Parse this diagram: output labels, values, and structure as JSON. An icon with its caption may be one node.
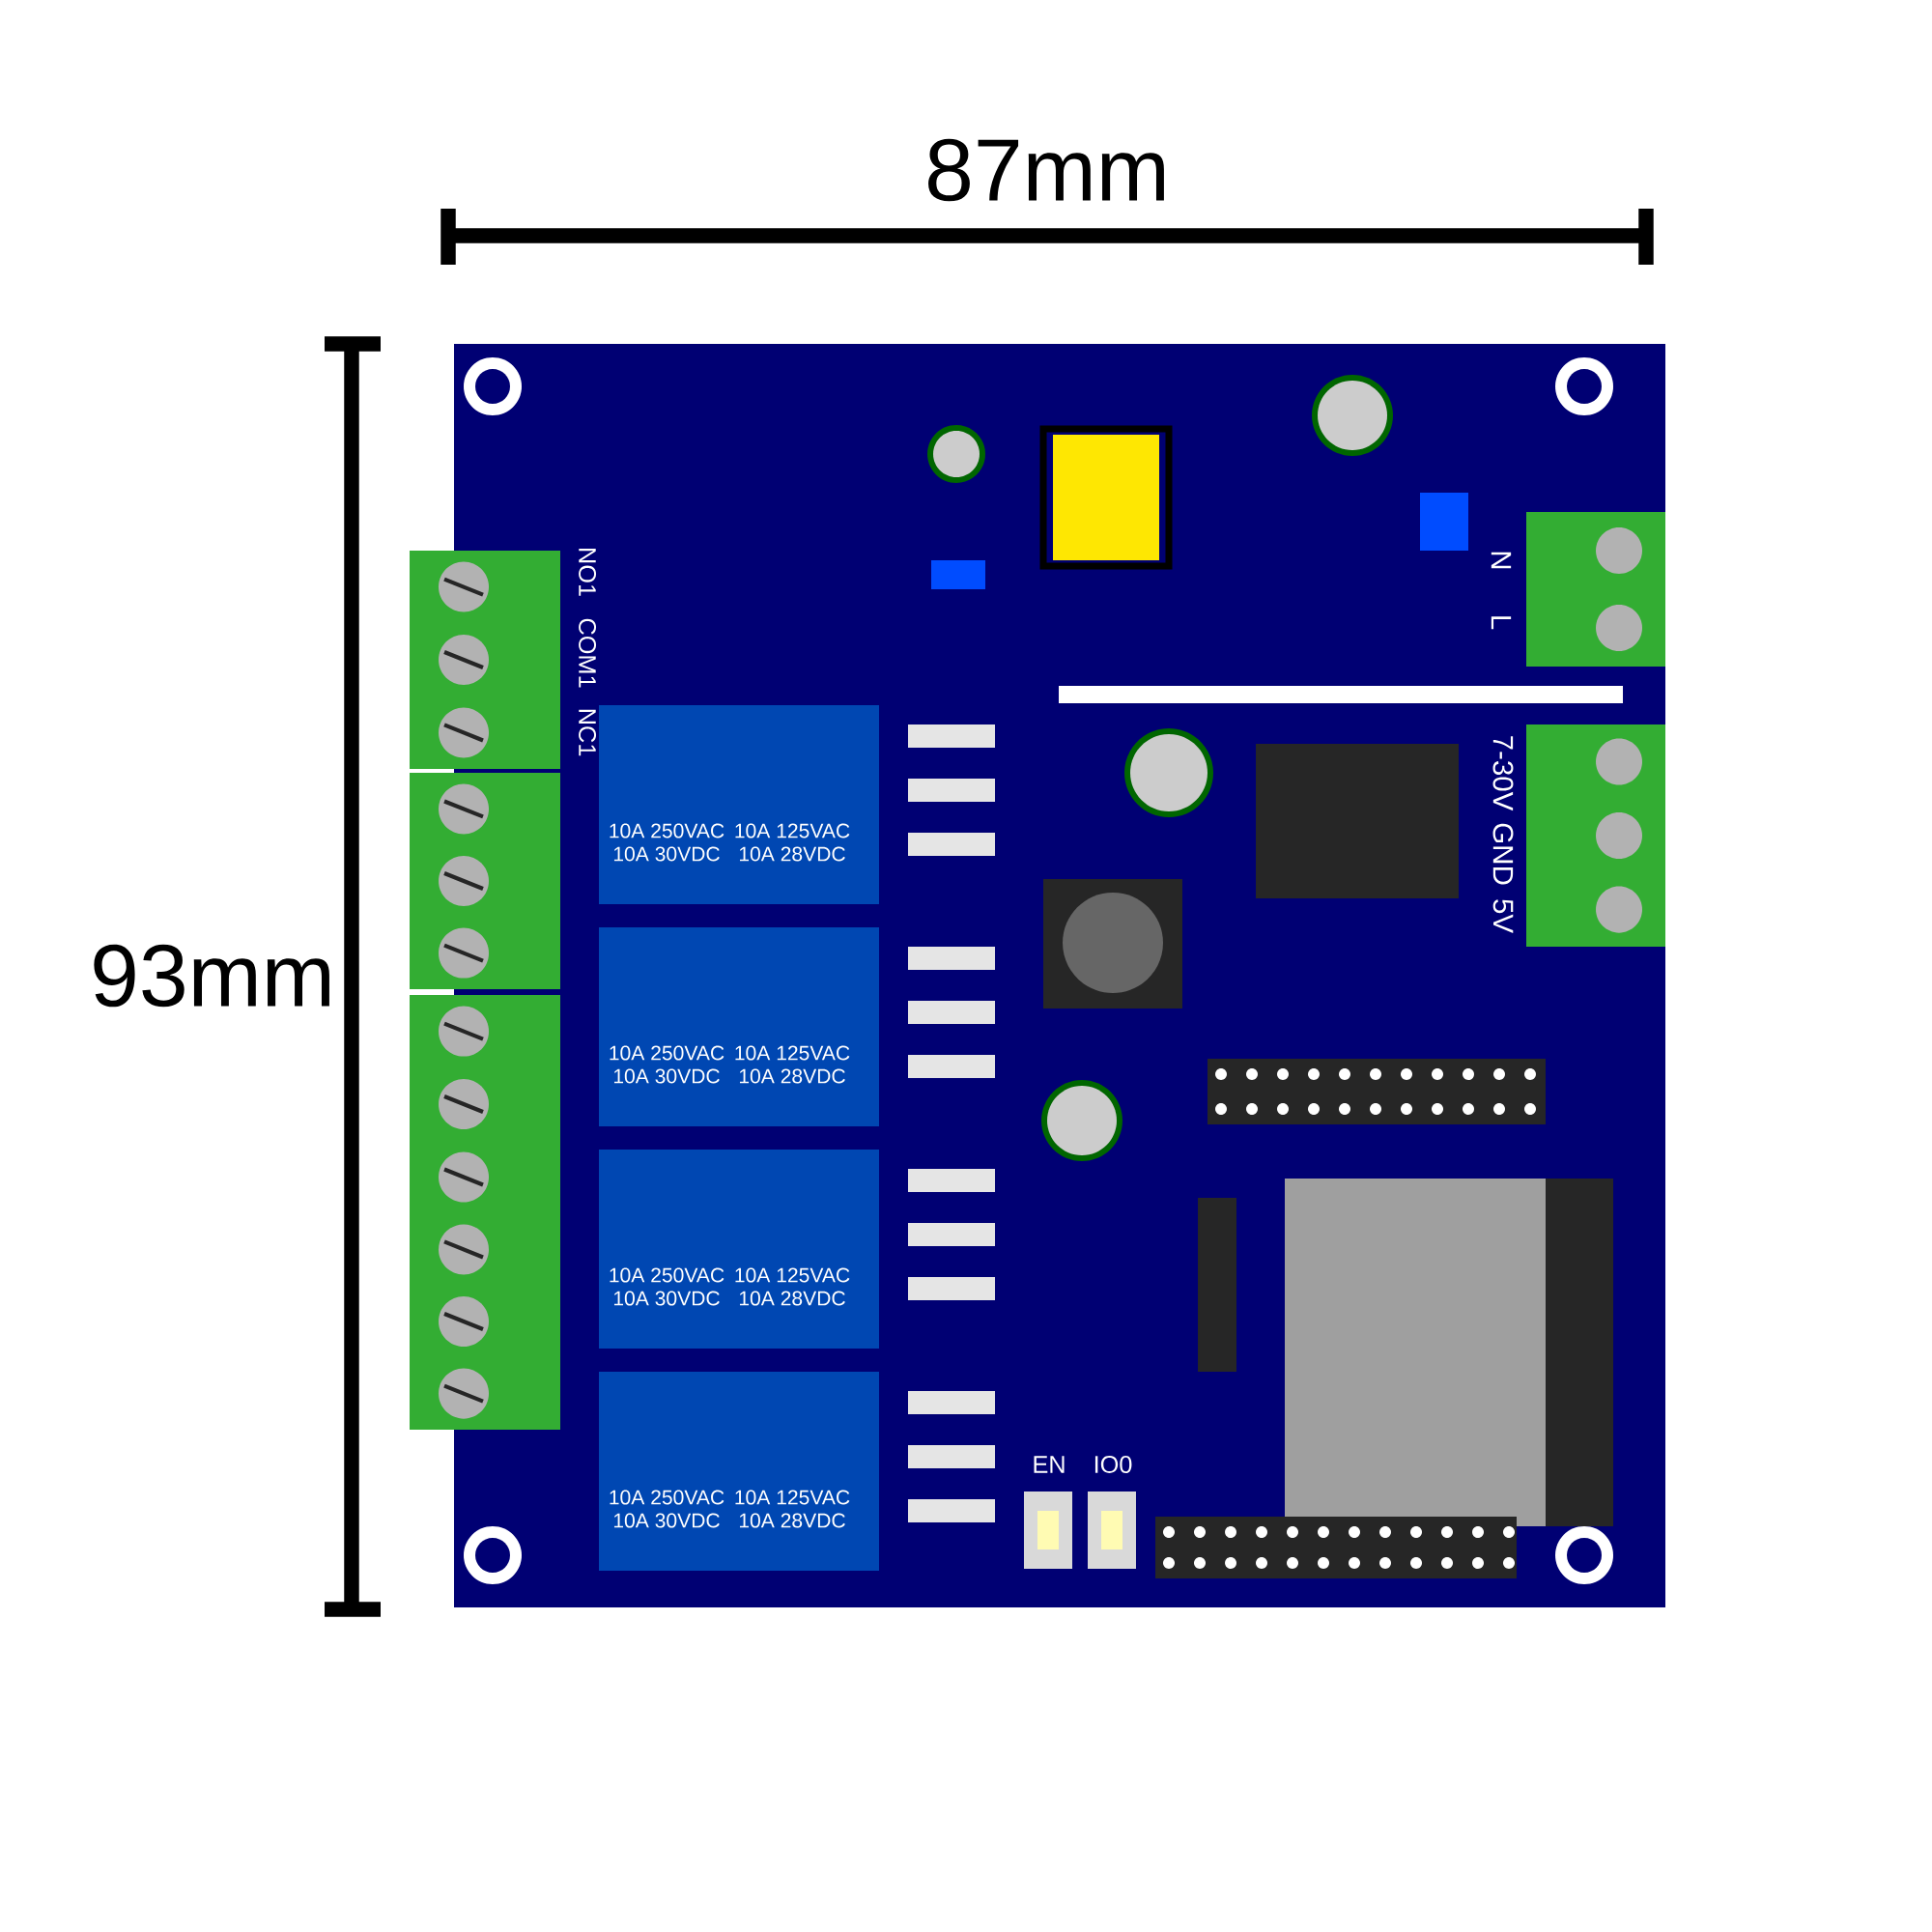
{
  "diagram": {
    "labels": [
      "87mm",
      "93mm",
      "NO1",
      "COM1",
      "NC1",
      "N",
      "L",
      "7-30V",
      "GND",
      "5V",
      "10A 250VAC",
      "10A 125VAC",
      "10A 30VDC",
      "10A 28VDC",
      "10A 250VAC",
      "10A 125VAC",
      "10A 30VDC",
      "10A 28VDC",
      "10A 250VAC",
      "10A 125VAC",
      "10A 30VDC",
      "10A 28VDC",
      "10A 250VAC",
      "10A 125VAC",
      "10A 30VDC",
      "10A 28VDC",
      "EN",
      "IO0"
    ]
  }
}
